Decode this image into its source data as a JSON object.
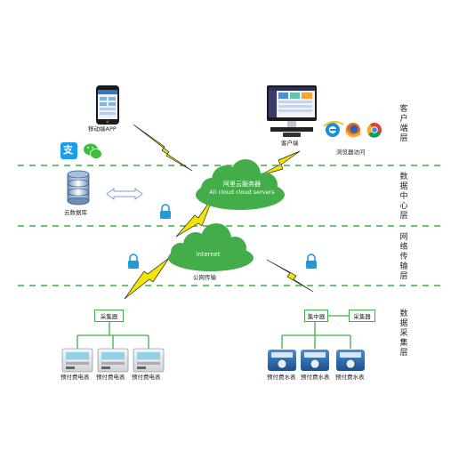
{
  "layers": [
    {
      "name": "客户端层"
    },
    {
      "name": "数据中心层"
    },
    {
      "name": "网络传输层"
    },
    {
      "name": "数据采集层"
    }
  ],
  "client": {
    "mobile_label": "移动端APP",
    "pc_label": "客户端",
    "browser_label": "浏览器访问",
    "alipay_glyph": "支"
  },
  "datacenter": {
    "db_label": "云数据库",
    "cloud_line1": "阿里云服务器",
    "cloud_line2": "Ali cloud  cloud servers"
  },
  "network": {
    "cloud_label": "Internet",
    "caption": "公网传输"
  },
  "collection": {
    "collector_label": "采集器",
    "concentrator_label": "集中器",
    "collector2_label": "采集器",
    "electric_meters": [
      "预付费电表",
      "预付费电表",
      "预付费电表"
    ],
    "water_meters": [
      "预付费水表",
      "预付费水表",
      "预付费水表"
    ]
  },
  "colors": {
    "line_green": "#3fae49",
    "cloud_green": "#43ad49",
    "lightning": "#f2e600",
    "lock_blue": "#1e9bd7"
  }
}
